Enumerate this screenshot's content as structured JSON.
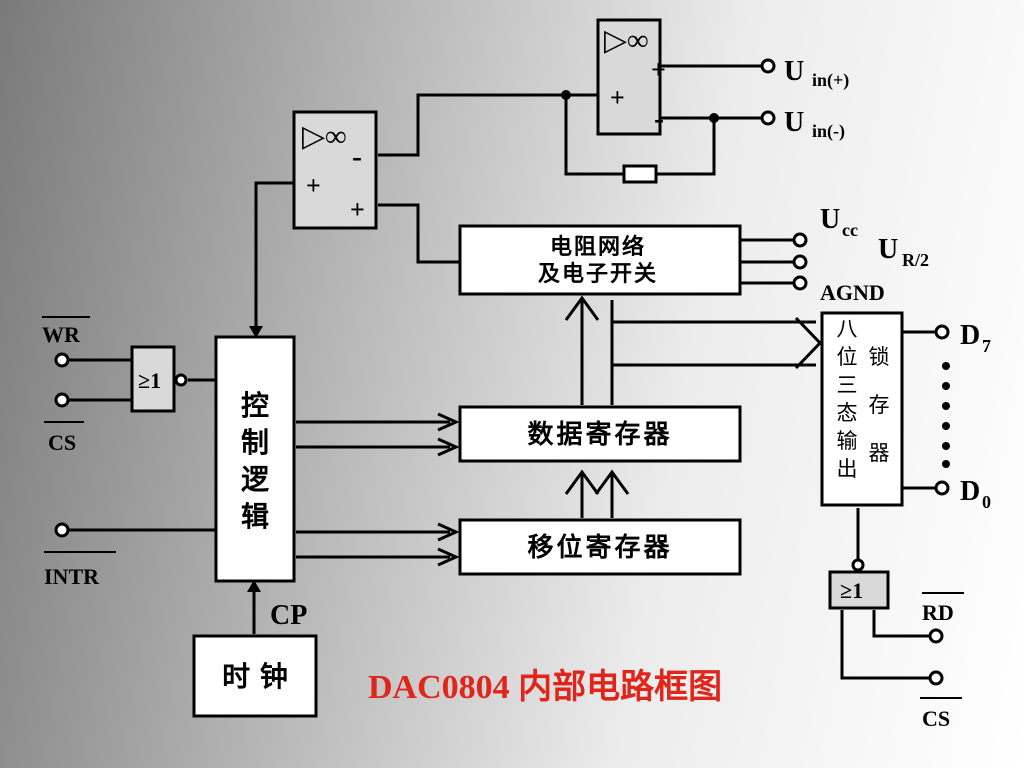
{
  "opamp_top": {
    "symbol": "▷∞",
    "plus_right": "+",
    "plus_left": "+",
    "minus": "-"
  },
  "opamp_left": {
    "symbol": "▷∞",
    "minus": "-",
    "plus_left": "+",
    "plus_bottom": "+"
  },
  "resistor_network": {
    "line1": "电阻网络",
    "line2": "及电子开关"
  },
  "pins": {
    "uin_plus_main": "U",
    "uin_plus_sub": "in(+)",
    "uin_minus_main": "U",
    "uin_minus_sub": "in(-)",
    "ucc_main": "U",
    "ucc_sub": "cc",
    "ur2_main": "U",
    "ur2_sub": "R/2",
    "agnd": "AGND",
    "wr": "WR",
    "cs_left": "CS",
    "intr": "INTR",
    "cp": "CP",
    "d7_main": "D",
    "d7_sub": "7",
    "d0_main": "D",
    "d0_sub": "0",
    "rd": "RD",
    "cs_right": "CS"
  },
  "gate_left": {
    "symbol": "≥1"
  },
  "gate_right": {
    "symbol": "≥1"
  },
  "control_logic": {
    "chars": [
      "控",
      "制",
      "逻",
      "辑"
    ]
  },
  "data_register": {
    "label": "数据寄存器"
  },
  "shift_register": {
    "label": "移位寄存器"
  },
  "clock": {
    "label": "时 钟"
  },
  "latch": {
    "col_left": [
      "八",
      "位",
      "三",
      "态",
      "输",
      "出"
    ],
    "col_right": [
      "锁",
      "存",
      "器"
    ]
  },
  "output_dots": "•\n•\n•\n•\n•",
  "caption": "DAC0804 内部电路框图",
  "colors": {
    "caption": "#e0251b",
    "line": "#000000"
  }
}
